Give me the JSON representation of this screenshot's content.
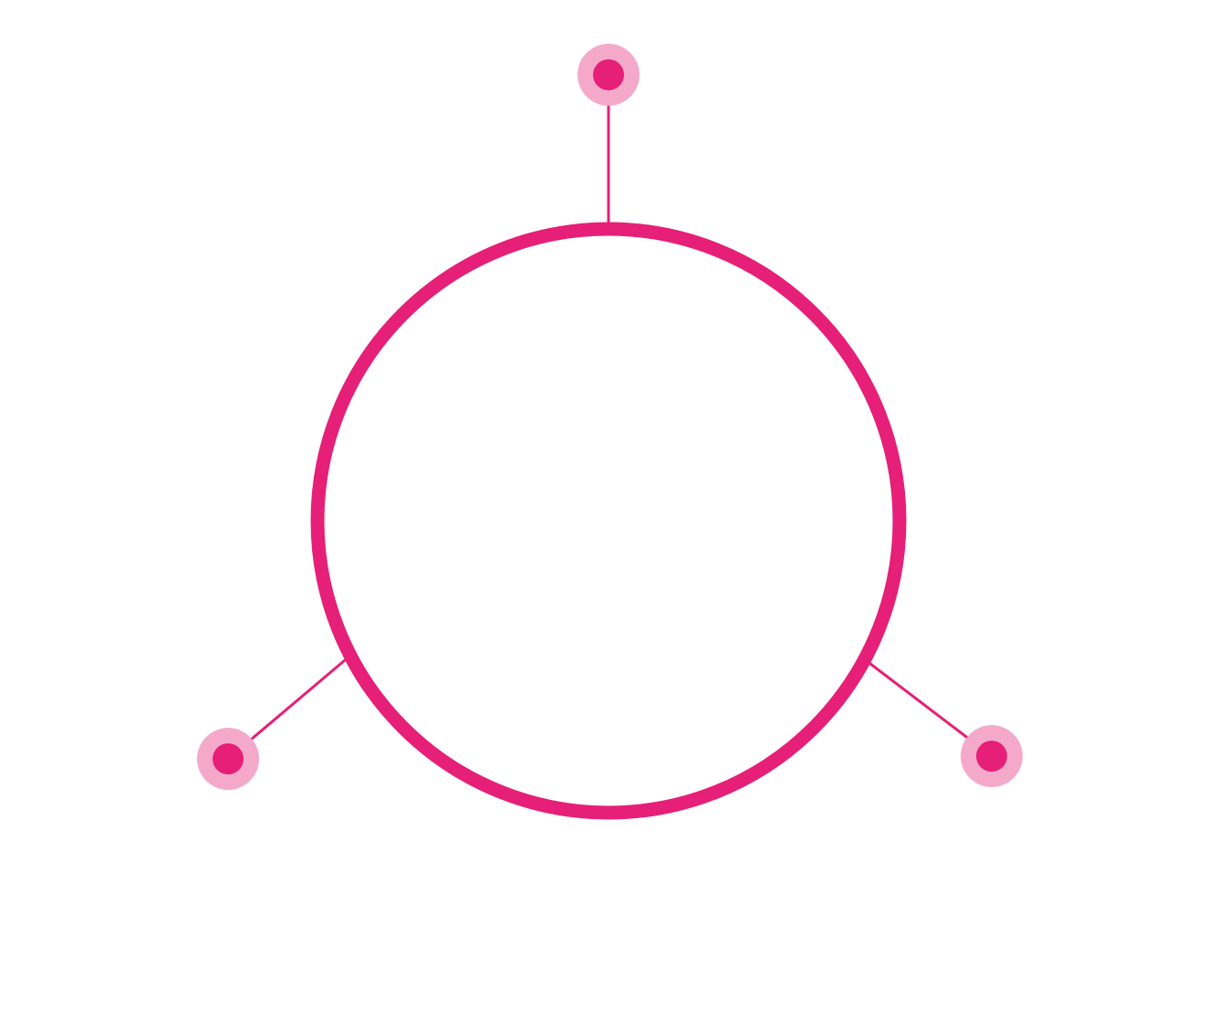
{
  "diagram": {
    "colors": {
      "background": "#ffffff",
      "primary": "#e61f78",
      "halo": "#f5a9ca"
    },
    "hub": {
      "label": ""
    },
    "nodes": [
      {
        "id": "top",
        "label": ""
      },
      {
        "id": "bottom-left",
        "label": ""
      },
      {
        "id": "bottom-right",
        "label": ""
      }
    ]
  }
}
